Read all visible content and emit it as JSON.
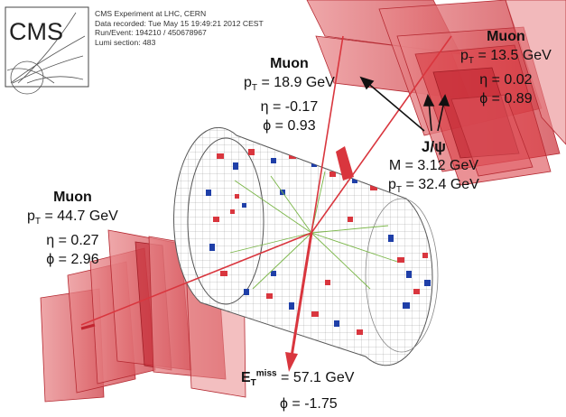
{
  "logo": {
    "text": "CMS"
  },
  "event_info": {
    "line1": "CMS Experiment at LHC, CERN",
    "line2": "Data recorded: Tue May 15 19:49:21 2012 CEST",
    "line3": "Run/Event: 194210 / 450678967",
    "line4": "Lumi section: 483"
  },
  "muon_top_right": {
    "title": "Muon",
    "pt": "p",
    "pt_sub": "T",
    "pt_val": " = 13.5 GeV",
    "eta": "η = 0.02",
    "phi": "ϕ = 0.89"
  },
  "muon_center": {
    "title": "Muon",
    "pt": "p",
    "pt_sub": "T",
    "pt_val": " = 18.9 GeV",
    "eta": "η = -0.17",
    "phi": "ϕ = 0.93"
  },
  "muon_left": {
    "title": "Muon",
    "pt": "p",
    "pt_sub": "T",
    "pt_val": " = 44.7 GeV",
    "eta": "η = 0.27",
    "phi": "ϕ = 2.96"
  },
  "jpsi": {
    "title": "J/ψ",
    "mass": "M = 3.12 GeV",
    "pt": "p",
    "pt_sub": "T",
    "pt_val": " = 32.4 GeV"
  },
  "met": {
    "e": "E",
    "e_sub": "T",
    "e_sup": "miss",
    "val": " = 57.1 GeV",
    "phi": "ϕ = -1.75"
  },
  "colors": {
    "chamber_red": "#d9363e",
    "hit_blue": "#1f3fa8",
    "track_green": "#7ab648"
  }
}
